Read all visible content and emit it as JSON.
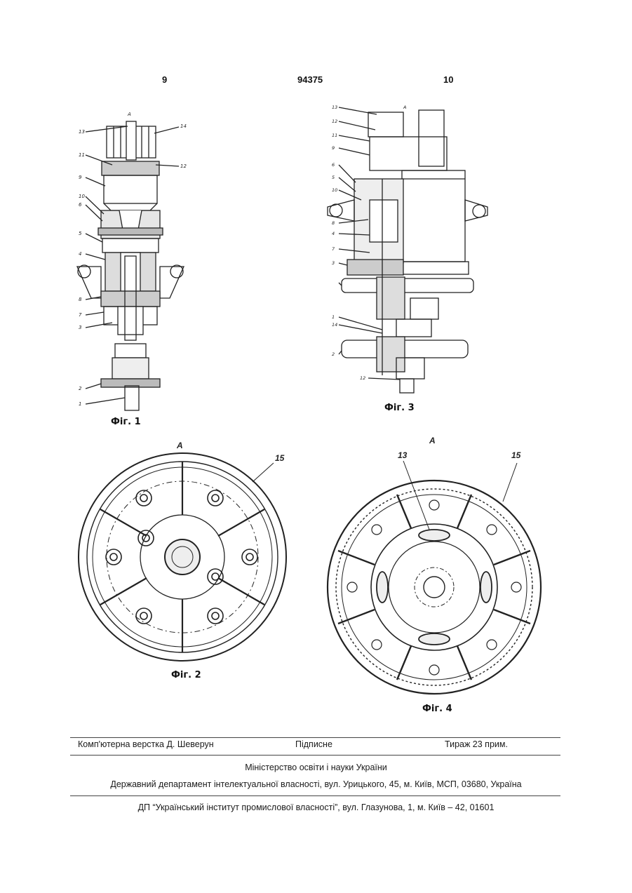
{
  "header": {
    "left_page": "9",
    "patent_number": "94375",
    "right_page": "10"
  },
  "figures": {
    "fig1": {
      "caption": "Фіг. 1",
      "view_mark": "А",
      "callouts": [
        "13",
        "14",
        "11",
        "12",
        "9",
        "10",
        "6",
        "5",
        "4",
        "8",
        "7",
        "3",
        "2",
        "1"
      ]
    },
    "fig3": {
      "caption": "Фіг. 3",
      "view_mark": "А",
      "callouts": [
        "13",
        "12",
        "11",
        "9",
        "6",
        "5",
        "10",
        "8",
        "4",
        "7",
        "3",
        "1",
        "14",
        "2",
        "12"
      ]
    },
    "fig2": {
      "caption": "Фіг. 2",
      "view_mark": "А",
      "callouts": [
        "15"
      ]
    },
    "fig4": {
      "caption": "Фіг. 4",
      "view_mark": "А",
      "callouts": [
        "13",
        "15"
      ]
    }
  },
  "footer": {
    "layout": "Комп'ютерна верстка Д. Шеверун",
    "signed": "Підписне",
    "circulation": "Тираж 23 прим.",
    "ministry": "Міністерство освіти і науки України",
    "department": "Державний департамент інтелектуальної власності, вул. Урицького, 45, м. Київ, МСП, 03680, Україна",
    "institute": "ДП “Український інститут промислової власності”, вул. Глазунова, 1, м. Київ – 42, 01601"
  }
}
